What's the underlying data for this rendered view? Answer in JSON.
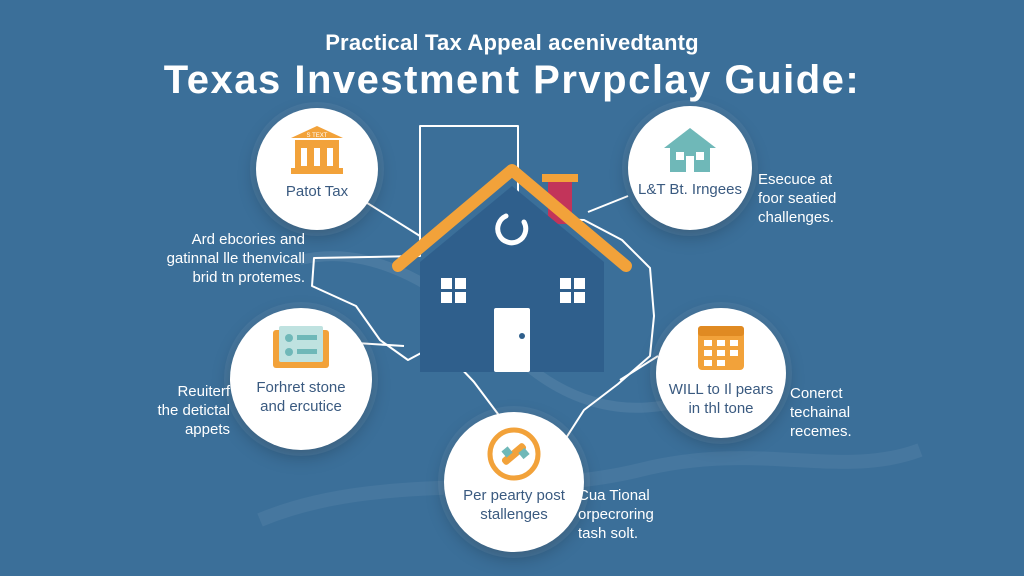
{
  "header": {
    "kicker": "Practical Tax Appeal acenivedtantg",
    "title": "Texas Investment Prvpclay Guide:"
  },
  "nodes": [
    {
      "id": "top-left",
      "icon": "courthouse-icon",
      "sign": "S TEXT",
      "label": "Patot Tax",
      "side_text": [
        "Ard ebcories and",
        "gatinnal lle thenvicall",
        "brid tn protemes."
      ]
    },
    {
      "id": "top-right",
      "icon": "house-icon",
      "label": "L&T Bt. Irngees",
      "side_text": [
        "Esecuce at",
        "foor seatied",
        "challenges."
      ]
    },
    {
      "id": "mid-left",
      "icon": "document-icon",
      "label": [
        "Forhret stone",
        "and ercutice"
      ],
      "side_text": [
        "Reuiterf",
        "the detictal",
        "appets"
      ]
    },
    {
      "id": "mid-right",
      "icon": "calendar-icon",
      "label": [
        "WILL to Il pears",
        "in thl tone"
      ],
      "side_text": [
        "Conerct",
        "techainal",
        "recemes."
      ]
    },
    {
      "id": "bottom",
      "icon": "wrench-icon",
      "label": [
        "Per pearty post",
        "stallenges"
      ],
      "side_text": [
        "Cua Tional",
        "orpecroring",
        "tash solt."
      ]
    }
  ],
  "colors": {
    "background": "#3b6f99",
    "house_body": "#2f5f8c",
    "roof": "#f2a23a",
    "chimney": "#c2345a",
    "outline": "#ffffff",
    "icon_orange": "#f2a23a",
    "icon_teal": "#6fb8b8",
    "node_text": "#3a5a80"
  }
}
